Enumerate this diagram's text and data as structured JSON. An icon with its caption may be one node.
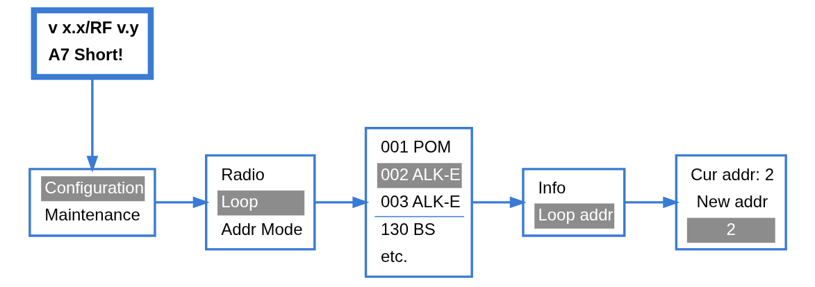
{
  "diagram": {
    "nodes": [
      {
        "text": [
          "v x.x/RF v.y",
          "A7 Short!"
        ]
      },
      {
        "text": [
          "Configuration",
          "Maintenance"
        ]
      },
      {
        "text": [
          "Radio",
          "Loop",
          "Addr Mode"
        ]
      },
      {
        "text": [
          "001 POM",
          "002 ALK-E",
          "003 ALK-E",
          "130 BS",
          "etc."
        ]
      },
      {
        "text": [
          "Info",
          "Loop addr"
        ]
      },
      {
        "text": [
          "Cur addr: 2",
          "New addr",
          "2"
        ]
      }
    ],
    "edges": [
      {
        "from": 0,
        "to": 1,
        "arrow": "to"
      },
      {
        "from": 1,
        "to": 2,
        "arrow": "to"
      },
      {
        "from": 2,
        "to": 3,
        "arrow": "to"
      },
      {
        "from": 3,
        "to": 4,
        "arrow": "to"
      },
      {
        "from": 4,
        "to": 5,
        "arrow": "to"
      }
    ]
  }
}
